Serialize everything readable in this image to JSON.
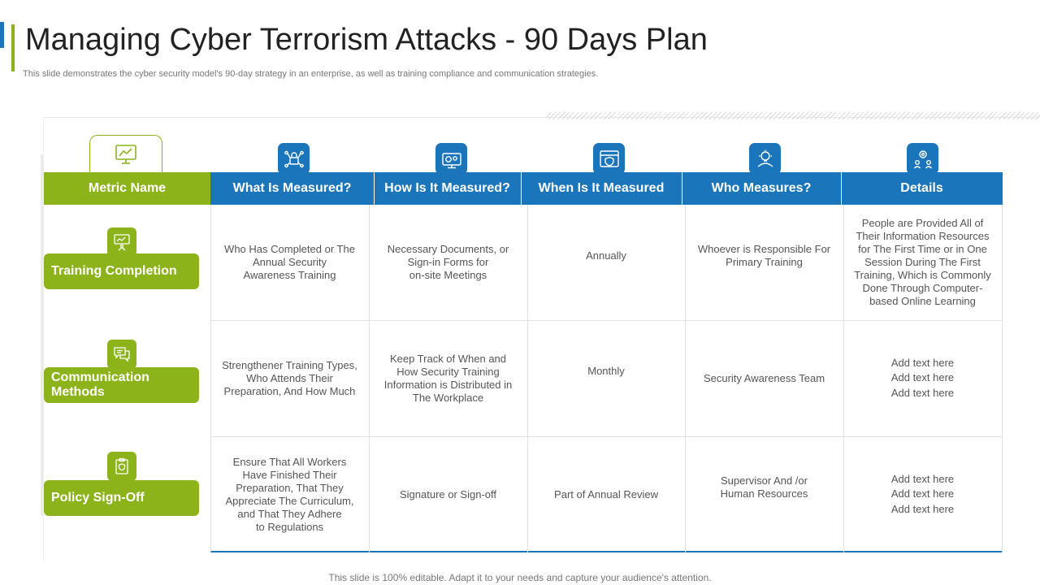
{
  "header": {
    "title": "Managing Cyber Terrorism Attacks - 90 Days Plan",
    "subtitle": "This slide demonstrates the cyber security model's 90-day strategy in an enterprise, as well as training compliance and communication strategies."
  },
  "colors": {
    "accent_blue": "#1a75bb",
    "accent_green": "#8cb31a"
  },
  "table": {
    "columns": [
      {
        "label": "Metric Name",
        "icon": "monitor-chart-icon"
      },
      {
        "label": "What Is Measured?",
        "icon": "network-lock-icon"
      },
      {
        "label": "How Is It Measured?",
        "icon": "gears-screen-icon"
      },
      {
        "label": "When Is It Measured",
        "icon": "browser-shield-icon"
      },
      {
        "label": "Who Measures?",
        "icon": "hand-bulb-icon"
      },
      {
        "label": "Details",
        "icon": "team-gear-icon"
      }
    ],
    "rows": [
      {
        "metric": "Training Completion",
        "icon": "presentation-board-icon",
        "cells": [
          "Who Has Completed or The\nAnnual Security\nAwareness Training",
          "Necessary Documents, or\nSign-in Forms for\non-site Meetings",
          "Annually",
          "Whoever is Responsible For\nPrimary Training",
          "People are Provided  All of\nTheir Information Resources\nfor The First Time or in One\nSession During The First\nTraining, Which is Commonly\nDone Through  Computer-\nbased Online Learning"
        ]
      },
      {
        "metric": "Communication\nMethods",
        "icon": "chat-bubbles-icon",
        "cells": [
          "Strengthener Training Types,\nWho Attends Their\nPreparation, And How Much",
          "Keep Track of When and\nHow Security Training\nInformation  is Distributed in\nThe Workplace",
          "Monthly",
          "Security Awareness Team",
          "Add text here\nAdd text here\nAdd text here"
        ]
      },
      {
        "metric": "Policy Sign-Off",
        "icon": "clipboard-shield-icon",
        "cells": [
          "Ensure That All Workers\nHave Finished Their\nPreparation, That They\nAppreciate The Curriculum,\nand That They Adhere\nto Regulations",
          "Signature or Sign-off",
          "Part of Annual Review",
          "Supervisor  And /or\nHuman Resources",
          "Add text here\nAdd text here\nAdd text here"
        ]
      }
    ]
  },
  "footer": {
    "note": "This slide is 100% editable. Adapt it to your needs and capture your audience's attention."
  }
}
